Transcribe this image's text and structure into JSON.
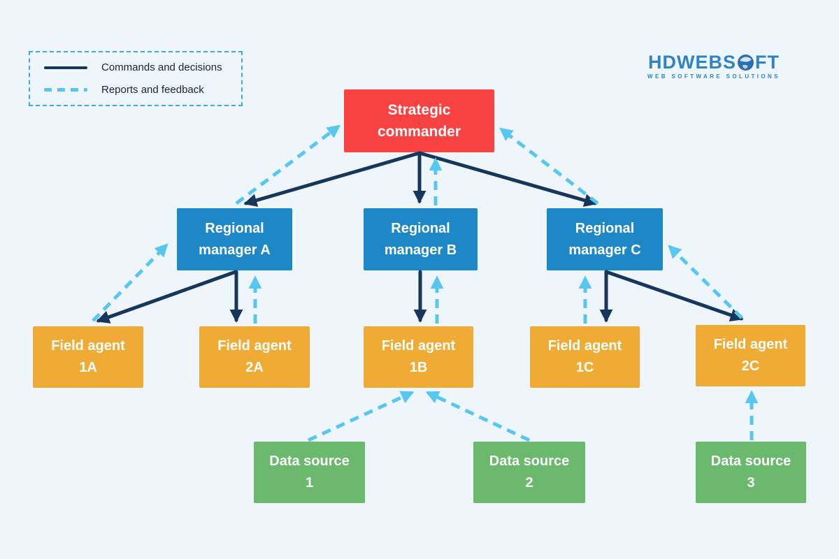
{
  "legend": {
    "items": [
      {
        "label": "Commands and decisions",
        "style": "solid"
      },
      {
        "label": "Reports and feedback",
        "style": "dashed"
      }
    ]
  },
  "logo": {
    "brand": "HDWEBSOFT",
    "name_prefix": "HDWEBS",
    "name_suffix": "FT",
    "tagline": "WEB SOFTWARE SOLUTIONS"
  },
  "nodes": {
    "commander": {
      "line1": "Strategic",
      "line2": "commander"
    },
    "manager_a": {
      "line1": "Regional",
      "line2": "manager A"
    },
    "manager_b": {
      "line1": "Regional",
      "line2": "manager B"
    },
    "manager_c": {
      "line1": "Regional",
      "line2": "manager C"
    },
    "agent_1a": {
      "line1": "Field agent",
      "line2": "1A"
    },
    "agent_2a": {
      "line1": "Field agent",
      "line2": "2A"
    },
    "agent_1b": {
      "line1": "Field agent",
      "line2": "1B"
    },
    "agent_1c": {
      "line1": "Field agent",
      "line2": "1C"
    },
    "agent_2c": {
      "line1": "Field agent",
      "line2": "2C"
    },
    "source_1": {
      "line1": "Data source",
      "line2": "1"
    },
    "source_2": {
      "line1": "Data source",
      "line2": "2"
    },
    "source_3": {
      "line1": "Data source",
      "line2": "3"
    }
  },
  "edges": {
    "commands": [
      {
        "from": "Strategic commander",
        "to": "Regional manager A"
      },
      {
        "from": "Strategic commander",
        "to": "Regional manager B"
      },
      {
        "from": "Strategic commander",
        "to": "Regional manager C"
      },
      {
        "from": "Regional manager A",
        "to": "Field agent 1A"
      },
      {
        "from": "Regional manager A",
        "to": "Field agent 2A"
      },
      {
        "from": "Regional manager B",
        "to": "Field agent 1B"
      },
      {
        "from": "Regional manager C",
        "to": "Field agent 1C"
      },
      {
        "from": "Regional manager C",
        "to": "Field agent 2C"
      }
    ],
    "feedback": [
      {
        "from": "Regional manager A",
        "to": "Strategic commander"
      },
      {
        "from": "Regional manager B",
        "to": "Strategic commander"
      },
      {
        "from": "Regional manager C",
        "to": "Strategic commander"
      },
      {
        "from": "Field agent 1A",
        "to": "Regional manager A"
      },
      {
        "from": "Field agent 2A",
        "to": "Regional manager A"
      },
      {
        "from": "Field agent 1B",
        "to": "Regional manager B"
      },
      {
        "from": "Field agent 1C",
        "to": "Regional manager C"
      },
      {
        "from": "Field agent 2C",
        "to": "Regional manager C"
      },
      {
        "from": "Data source 1",
        "to": "Field agent 1B"
      },
      {
        "from": "Data source 2",
        "to": "Field agent 1B"
      },
      {
        "from": "Data source 3",
        "to": "Field agent 2C"
      }
    ]
  },
  "colors": {
    "commander_box": "#f94343",
    "manager_box": "#1e87c8",
    "agent_box": "#f0ab34",
    "source_box": "#6ab96d",
    "command_arrow": "#17365c",
    "feedback_arrow": "#57c7f2",
    "legend_border": "#3ba9e4",
    "logo_blue": "#2f83c5",
    "background": "#eff6fb"
  }
}
